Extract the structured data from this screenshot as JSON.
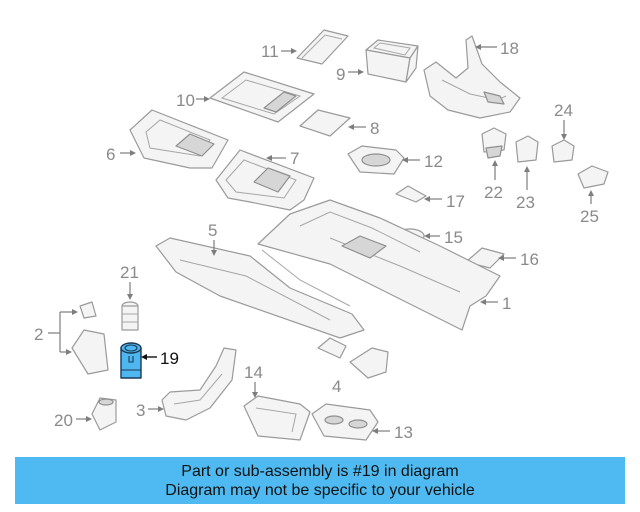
{
  "diagram": {
    "callouts": {
      "c1": "1",
      "c2": "2",
      "c3": "3",
      "c4": "4",
      "c5": "5",
      "c6": "6",
      "c7": "7",
      "c8": "8",
      "c9": "9",
      "c10": "10",
      "c11": "11",
      "c12": "12",
      "c13": "13",
      "c14": "14",
      "c15": "15",
      "c16": "16",
      "c17": "17",
      "c18": "18",
      "c19": "19",
      "c20": "20",
      "c21": "21",
      "c22": "22",
      "c23": "23",
      "c24": "24",
      "c25": "25"
    },
    "highlighted_part": "19",
    "highlight_color": "#4fb7ef"
  },
  "banner": {
    "line1": "Part or sub-assembly is #19 in diagram",
    "line2": "Diagram may not be specific to your vehicle",
    "background_color": "#4fbaf1"
  }
}
